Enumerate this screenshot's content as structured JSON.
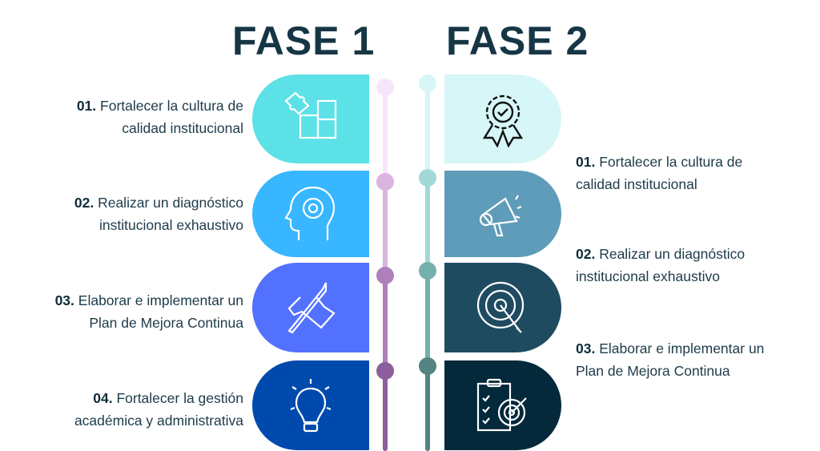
{
  "titles": {
    "phase1": "FASE 1",
    "phase2": "FASE 2"
  },
  "phase1": [
    {
      "num": "01.",
      "line1": "Fortalecer la cultura de",
      "line2": "calidad institucional",
      "icon": "puzzle-icon",
      "color": "#5ce1e6"
    },
    {
      "num": "02.",
      "line1": "Realizar un diagnóstico",
      "line2": "institucional exhaustivo",
      "icon": "brain-gear-head-icon",
      "color": "#38b6ff"
    },
    {
      "num": "03.",
      "line1": "Elaborar e implementar un",
      "line2": "Plan de Mejora Continua",
      "icon": "hand-pencil-icon",
      "color": "#5271ff"
    },
    {
      "num": "04.",
      "line1": "Fortalecer la gestión",
      "line2": "académica y administrativa",
      "icon": "lightbulb-icon",
      "color": "#004aad"
    }
  ],
  "phase2": [
    {
      "num": "01.",
      "line1": "Fortalecer la cultura de",
      "line2": "calidad institucional",
      "icon": "award-badge-icon",
      "color": "#d6f6f7"
    },
    {
      "num": "02.",
      "line1": "Realizar un diagnóstico",
      "line2": "institucional exhaustivo",
      "icon": "megaphone-icon",
      "color": "#5e9cb9"
    },
    {
      "num": "03.",
      "line1": "Elaborar e implementar un",
      "line2": "Plan de Mejora Continua",
      "icon": "target-icon",
      "color": "#1f4b61"
    },
    {
      "icon": "clipboard-target-icon",
      "color": "#03293a"
    }
  ],
  "timeline_colors": {
    "left": [
      "#f7e6fb",
      "#d9b5e0",
      "#ae80bb",
      "#8c5e9c"
    ],
    "right": [
      "#d6f6f7",
      "#a3d8d9",
      "#74b0ae",
      "#548381"
    ]
  }
}
